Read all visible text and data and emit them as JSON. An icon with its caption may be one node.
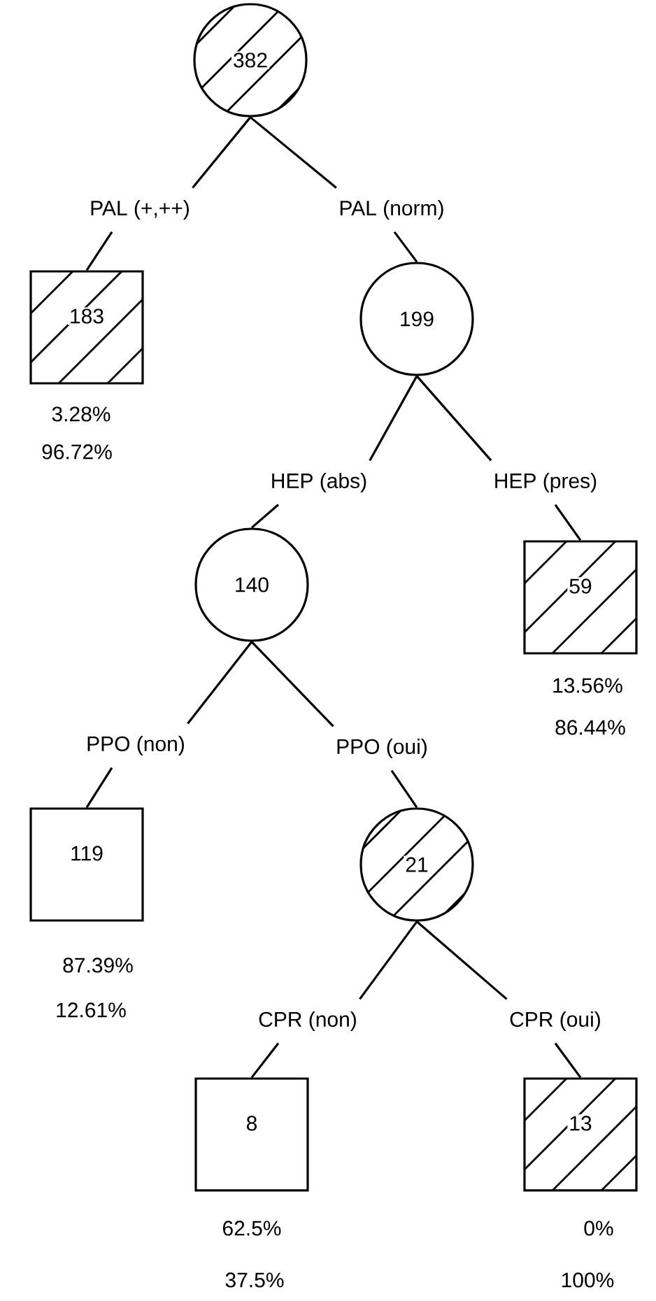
{
  "diagram": {
    "nodes": [
      {
        "text": [
          "382"
        ]
      },
      {
        "text": [
          "PAL (+,++)"
        ]
      },
      {
        "text": [
          "PAL (norm)"
        ]
      },
      {
        "text": [
          "183"
        ],
        "beside": [
          "3.28%",
          "96.72%"
        ]
      },
      {
        "text": [
          "199"
        ]
      },
      {
        "text": [
          "HEP (abs)"
        ]
      },
      {
        "text": [
          "HEP (pres)"
        ]
      },
      {
        "text": [
          "140"
        ]
      },
      {
        "text": [
          "59"
        ],
        "beside": [
          "13.56%",
          "86.44%"
        ]
      },
      {
        "text": [
          "PPO (non)"
        ]
      },
      {
        "text": [
          "PPO (oui)"
        ]
      },
      {
        "text": [
          "119"
        ],
        "beside": [
          "87.39%",
          "12.61%"
        ]
      },
      {
        "text": [
          "21"
        ]
      },
      {
        "text": [
          "CPR (non)"
        ]
      },
      {
        "text": [
          "CPR (oui)"
        ]
      },
      {
        "text": [
          "8"
        ],
        "beside": [
          "62.5%",
          "37.5%"
        ]
      },
      {
        "text": [
          "13"
        ],
        "beside": [
          "0%",
          "100%"
        ]
      }
    ],
    "edges": [
      {
        "from": 0,
        "to": 1,
        "arrow": "none"
      },
      {
        "from": 1,
        "to": 3,
        "arrow": "none"
      },
      {
        "from": 0,
        "to": 2,
        "arrow": "none"
      },
      {
        "from": 2,
        "to": 4,
        "arrow": "none"
      },
      {
        "from": 4,
        "to": 5,
        "arrow": "none"
      },
      {
        "from": 5,
        "to": 7,
        "arrow": "none"
      },
      {
        "from": 4,
        "to": 6,
        "arrow": "none"
      },
      {
        "from": 6,
        "to": 8,
        "arrow": "none"
      },
      {
        "from": 7,
        "to": 9,
        "arrow": "none"
      },
      {
        "from": 9,
        "to": 11,
        "arrow": "none"
      },
      {
        "from": 7,
        "to": 10,
        "arrow": "none"
      },
      {
        "from": 10,
        "to": 12,
        "arrow": "none"
      },
      {
        "from": 12,
        "to": 13,
        "arrow": "none"
      },
      {
        "from": 13,
        "to": 15,
        "arrow": "none"
      },
      {
        "from": 12,
        "to": 14,
        "arrow": "none"
      },
      {
        "from": 14,
        "to": 16,
        "arrow": "none"
      }
    ]
  }
}
